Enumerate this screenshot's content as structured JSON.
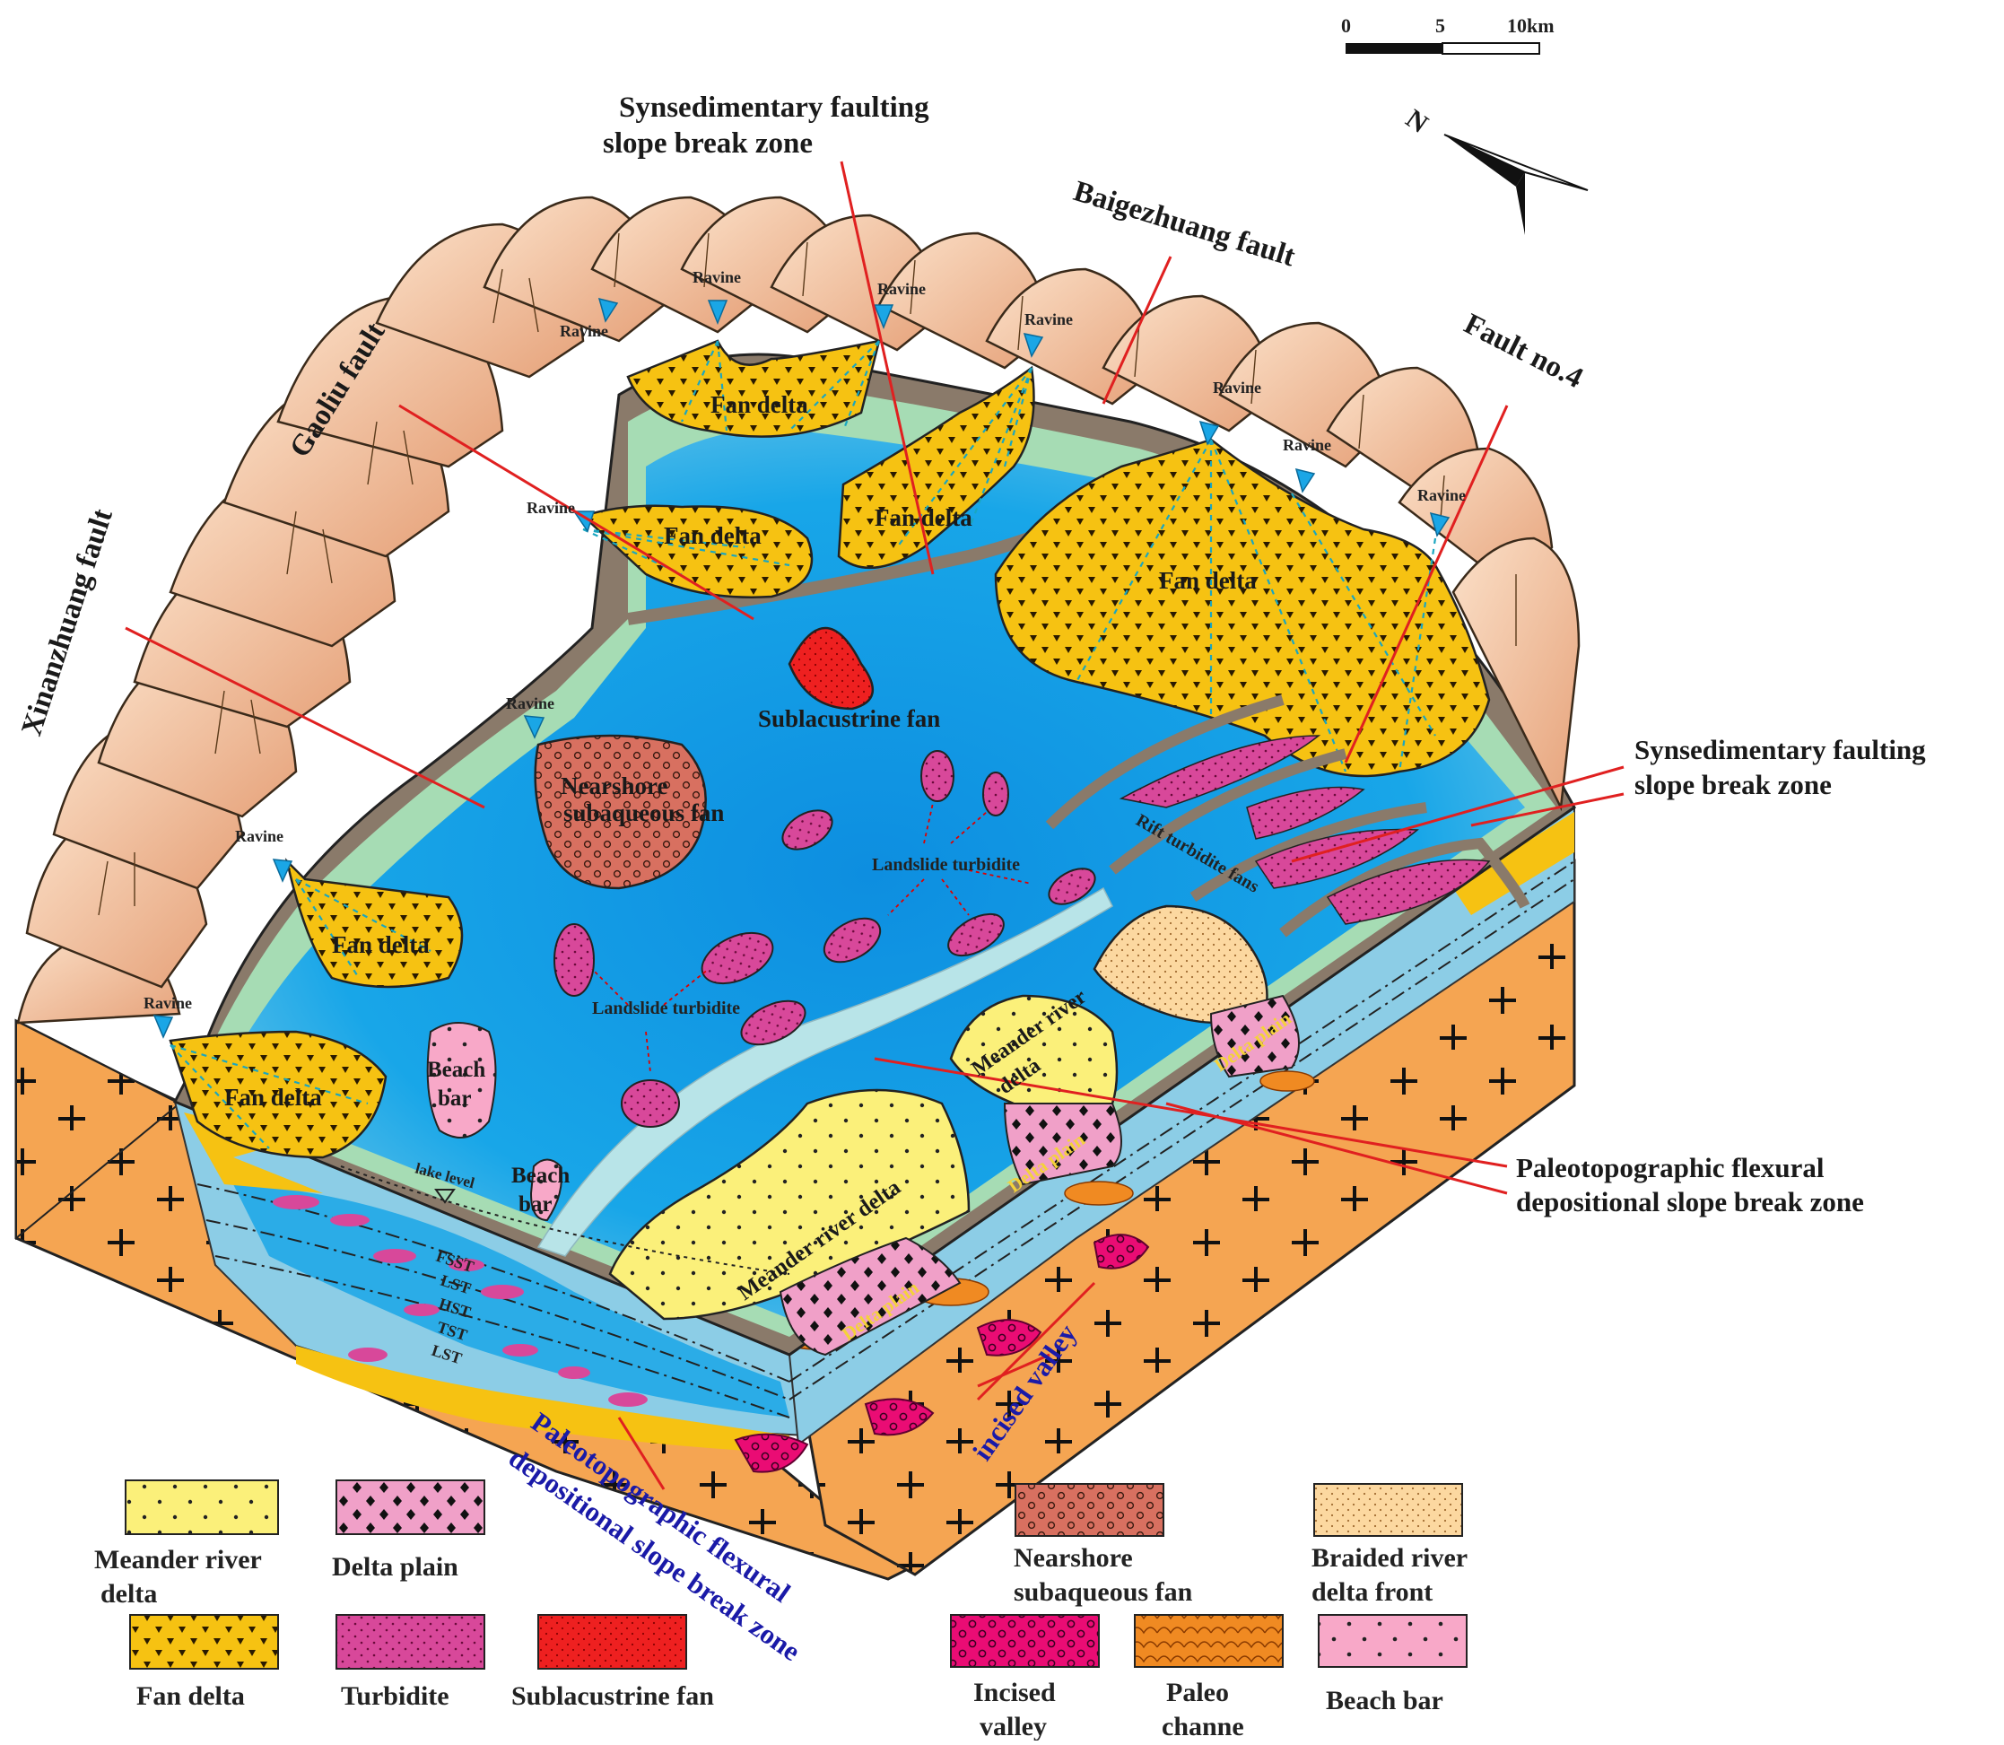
{
  "colors": {
    "meander_river_delta": "#fbf07a",
    "delta_plain": "#f0a0c8",
    "nearshore_subaqueous_fan": "#d87060",
    "braided_river_delta_front": "#fcd8a0",
    "fan_delta": "#f6c212",
    "turbidite": "#d8489a",
    "sublacustrine_fan": "#ee2020",
    "incised_valley": "#ea0c74",
    "paleo_channel": "#f08a22",
    "beach_bar": "#f8a8c8",
    "lake_deep": "#1aa6e6",
    "lake_light": "#b8e4e8",
    "shore_green": "#a6dcb4",
    "mountain": "#f3c09a",
    "basement": "#f5a552",
    "fault_red": "#e02020"
  },
  "scale_bar": {
    "tick_0": "0",
    "tick_5": "5",
    "tick_10": "10km"
  },
  "north_arrow": {
    "label": "N"
  },
  "labels": {
    "synsed_top_line1": "Synsedimentary faulting",
    "synsed_top_line2": "slope break zone",
    "baigezhuang": "Baigezhuang fault",
    "fault_no4": "Fault no.4",
    "gaoliu": "Gaoliu fault",
    "xinanzhuang": "Xinanzhuang fault",
    "synsed_right_line1": "Synsedimentary faulting",
    "synsed_right_line2": "slope break zone",
    "paleo_right_line1": "Paleotopographic flexural",
    "paleo_right_line2": "depositional slope break zone",
    "paleo_bottom_line1": "Paleotopographic flexural",
    "paleo_bottom_line2": "depositional slope break zone",
    "incised_valley": "incised valley",
    "sublacustrine_fan": "Sublacustrine fan",
    "nearshore_line1": "Nearshore",
    "nearshore_line2": "subaqueous fan",
    "landslide_1": "Landslide turbidite",
    "landslide_2": "Landslide turbidite",
    "rift_turbidite": "Rift turbidite fans",
    "lake_level": "lake level",
    "beach_bar_1a": "Beach",
    "beach_bar_1b": "bar",
    "beach_bar_2a": "Beach",
    "beach_bar_2b": "bar",
    "fan_delta": "Fan delta",
    "meander_delta_1": "Meander river delta",
    "meander_delta_2a": "Meander river",
    "meander_delta_2b": "delta",
    "delta_plain": "Delta plain",
    "ravine": "Ravine",
    "fsst": "FSST",
    "lst": "LST",
    "hst": "HST",
    "tst": "TST"
  },
  "legend": [
    {
      "label_lines": [
        "Meander river",
        "delta"
      ],
      "color_key": "meander_river_delta",
      "pattern": "dots-sparse"
    },
    {
      "label_lines": [
        "Delta plain"
      ],
      "color_key": "delta_plain",
      "pattern": "diamonds"
    },
    {
      "label_lines": [
        "Nearshore",
        "subaqueous fan"
      ],
      "color_key": "nearshore_subaqueous_fan",
      "pattern": "circles"
    },
    {
      "label_lines": [
        "Braided river",
        "delta front"
      ],
      "color_key": "braided_river_delta_front",
      "pattern": "dots-fine"
    },
    {
      "label_lines": [
        "Fan delta"
      ],
      "color_key": "fan_delta",
      "pattern": "triangles"
    },
    {
      "label_lines": [
        "Turbidite"
      ],
      "color_key": "turbidite",
      "pattern": "dots-fine"
    },
    {
      "label_lines": [
        "Sublacustrine fan"
      ],
      "color_key": "sublacustrine_fan",
      "pattern": "dots-fine"
    },
    {
      "label_lines": [
        "Incised",
        "valley"
      ],
      "color_key": "incised_valley",
      "pattern": "circles"
    },
    {
      "label_lines": [
        "Paleo",
        "channe"
      ],
      "color_key": "paleo_channel",
      "pattern": "scales"
    },
    {
      "label_lines": [
        "Beach bar"
      ],
      "color_key": "beach_bar",
      "pattern": "dots-sparse"
    }
  ]
}
